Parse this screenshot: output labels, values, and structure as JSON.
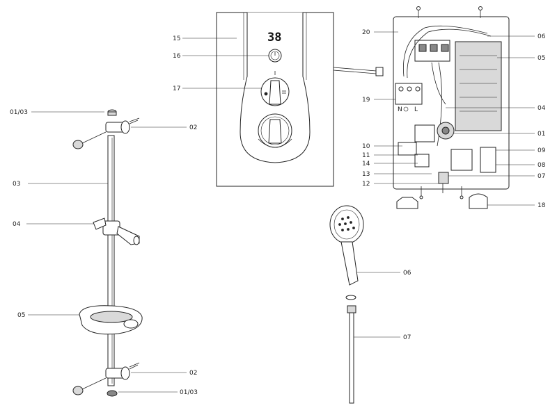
{
  "display": {
    "temperature": "38"
  },
  "panel": {
    "terminal_label_n": "N",
    "terminal_label_l": "L"
  },
  "labels": {
    "kit_01_03_top": "01/03",
    "kit_02_top": "02",
    "kit_03": "03",
    "kit_04": "04",
    "kit_05": "05",
    "kit_02_bottom": "02",
    "kit_01_03_bottom": "01/03",
    "unit_15": "15",
    "unit_16": "16",
    "unit_17": "17",
    "unit_20": "20",
    "unit_19": "19",
    "unit_10": "10",
    "unit_11": "11",
    "unit_14": "14",
    "unit_13": "13",
    "unit_12": "12",
    "unit_06": "06",
    "unit_05": "05",
    "unit_04": "04",
    "unit_01": "01",
    "unit_09": "09",
    "unit_08": "08",
    "unit_07": "07",
    "unit_18": "18",
    "hand_06": "06",
    "hand_07": "07"
  }
}
